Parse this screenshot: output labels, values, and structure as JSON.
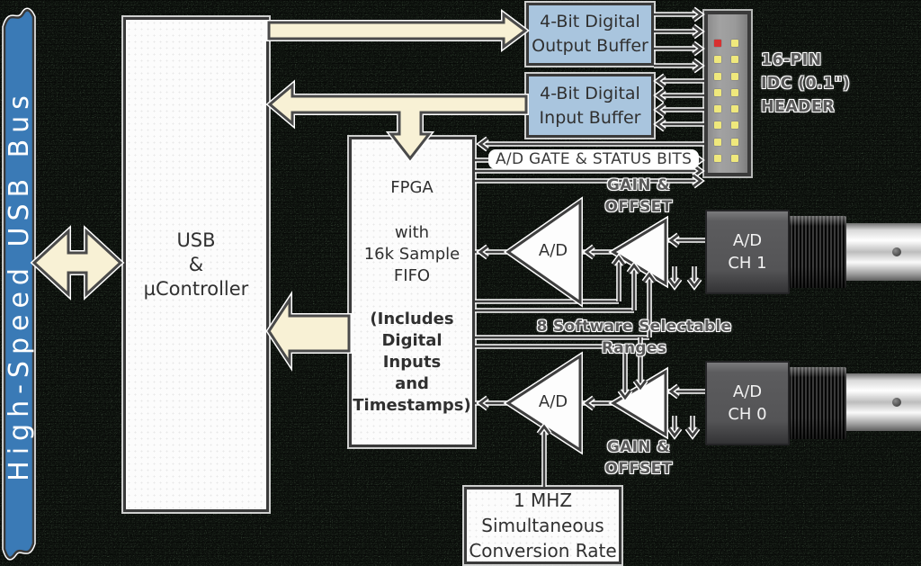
{
  "diagram": {
    "bus_ribbon": {
      "label": "High-Speed USB Bus"
    },
    "usb_controller": {
      "line1": "USB",
      "line2": "&",
      "line3": "µController"
    },
    "fpga": {
      "line1": "FPGA",
      "line2": "with",
      "line3": "16k Sample",
      "line4": "FIFO",
      "line5": "(Includes",
      "line6": "Digital Inputs",
      "line7": "and",
      "line8": "Timestamps)"
    },
    "output_buffer": {
      "line1": "4-Bit Digital",
      "line2": "Output Buffer"
    },
    "input_buffer": {
      "line1": "4-Bit Digital",
      "line2": "Input Buffer"
    },
    "idc_header": {
      "line1": "16-PIN",
      "line2": "IDC (0.1\")",
      "line3": "HEADER",
      "pin_count": 16,
      "pin_color": "#efe87c",
      "pin1_color": "#d93030"
    },
    "gate_status_label": "A/D GATE & STATUS BITS",
    "ranges_label": "8 Software Selectable Ranges",
    "gain_offset": {
      "line1": "GAIN &",
      "line2": "OFFSET"
    },
    "adc": {
      "label": "A/D"
    },
    "channel1": {
      "line1": "A/D",
      "line2": "CH 1"
    },
    "channel0": {
      "line1": "A/D",
      "line2": "CH 0"
    },
    "clock": {
      "line1": "1 MHZ",
      "line2": "Simultaneous",
      "line3": "Conversion Rate"
    },
    "colors": {
      "ribbon_blue": "#3a7ab6",
      "arrow_fill": "#f8f1d5",
      "wire": "#3f3f3f",
      "buffer_fill": "#a9c5de",
      "header_gray": "#9a9a9a",
      "pin_yellow": "#efe87c",
      "pin1_red": "#d93030"
    }
  }
}
